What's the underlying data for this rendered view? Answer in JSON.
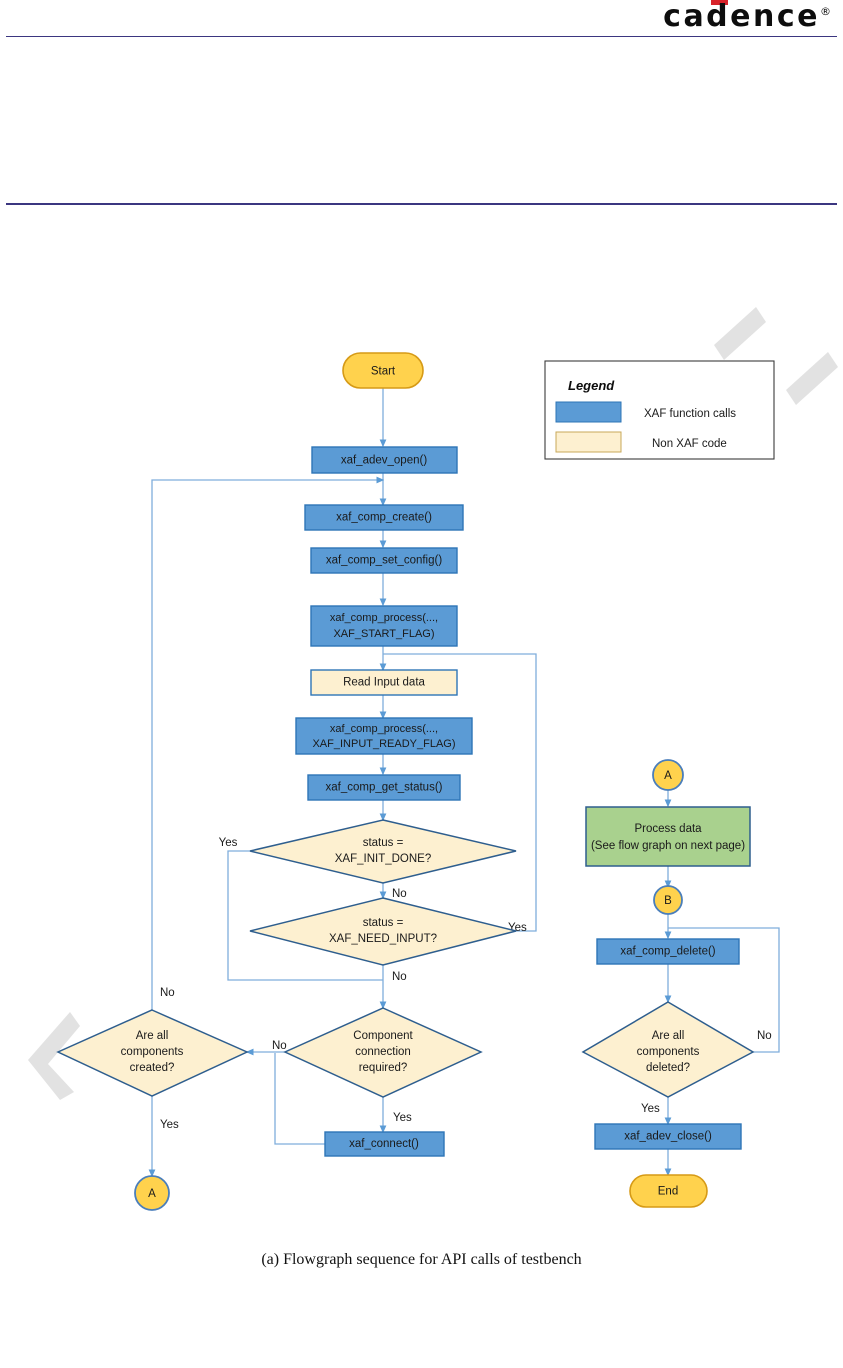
{
  "header": {
    "brand": "cadence",
    "registered_mark": "®"
  },
  "legend": {
    "title": "Legend",
    "items": [
      {
        "label": "XAF function calls",
        "color": "#5B9BD5"
      },
      {
        "label": "Non XAF code",
        "color": "#FDF0D0"
      }
    ]
  },
  "colors": {
    "xaf_fill": "#5B9BD5",
    "xaf_stroke": "#2E75B6",
    "nonxaf_fill": "#FDF0D0",
    "nonxaf_stroke": "#2E75B6",
    "terminator_fill": "#FFD24D",
    "terminator_stroke": "#D69A16",
    "connector_fill": "#FFD24D",
    "connector_stroke": "#4A7EBB",
    "process_fill": "#A9D18E",
    "process_stroke": "#2E5E8E",
    "edge": "#7FAEDC",
    "rule": "#3B3680",
    "accent_red": "#D8232A"
  },
  "flow": {
    "nodes": [
      {
        "id": "start",
        "type": "terminator",
        "label": "Start"
      },
      {
        "id": "adev_open",
        "type": "xaf",
        "label": "xaf_adev_open()"
      },
      {
        "id": "comp_create",
        "type": "xaf",
        "label": "xaf_comp_create()"
      },
      {
        "id": "set_config",
        "type": "xaf",
        "label": "xaf_comp_set_config()"
      },
      {
        "id": "proc_start",
        "type": "xaf",
        "label_line1": "xaf_comp_process(...,",
        "label_line2": "XAF_START_FLAG)"
      },
      {
        "id": "read_input",
        "type": "nonxaf",
        "label": "Read Input data"
      },
      {
        "id": "proc_ready",
        "type": "xaf",
        "label_line1": "xaf_comp_process(...,",
        "label_line2": "XAF_INPUT_READY_FLAG)"
      },
      {
        "id": "get_status",
        "type": "xaf",
        "label": "xaf_comp_get_status()"
      },
      {
        "id": "init_done",
        "type": "decision",
        "label_line1": "status =",
        "label_line2": "XAF_INIT_DONE?"
      },
      {
        "id": "need_input",
        "type": "decision",
        "label_line1": "status =",
        "label_line2": "XAF_NEED_INPUT?"
      },
      {
        "id": "conn_req",
        "type": "decision",
        "label_line1": "Component",
        "label_line2": "connection",
        "label_line3": "required?"
      },
      {
        "id": "all_created",
        "type": "decision",
        "label_line1": "Are all",
        "label_line2": "components",
        "label_line3": "created?"
      },
      {
        "id": "connect",
        "type": "xaf",
        "label": "xaf_connect()"
      },
      {
        "id": "conn_a_out",
        "type": "connector",
        "label": "A"
      },
      {
        "id": "conn_a_in",
        "type": "connector",
        "label": "A"
      },
      {
        "id": "process_data",
        "type": "process",
        "label_line1": "Process data",
        "label_line2": "(See flow graph on next page)"
      },
      {
        "id": "conn_b",
        "type": "connector",
        "label": "B"
      },
      {
        "id": "comp_delete",
        "type": "xaf",
        "label": "xaf_comp_delete()"
      },
      {
        "id": "all_deleted",
        "type": "decision",
        "label_line1": "Are all",
        "label_line2": "components",
        "label_line3": "deleted?"
      },
      {
        "id": "adev_close",
        "type": "xaf",
        "label": "xaf_adev_close()"
      },
      {
        "id": "end",
        "type": "terminator",
        "label": "End"
      }
    ],
    "edge_labels": {
      "init_done_yes": "Yes",
      "init_done_no": "No",
      "need_input_yes": "Yes",
      "need_input_no": "No",
      "conn_req_no": "No",
      "conn_req_yes": "Yes",
      "all_created_no": "No",
      "all_created_yes": "Yes",
      "all_deleted_no": "No",
      "all_deleted_yes": "Yes"
    }
  },
  "caption": "(a) Flowgraph sequence for API calls of testbench"
}
